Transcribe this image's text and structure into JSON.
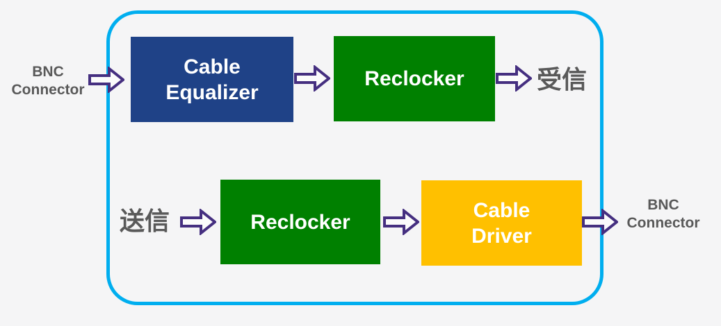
{
  "colors": {
    "background": "#F5F5F6",
    "frame_border": "#00AEEF",
    "equalizer_box": "#1F4287",
    "reclocker_box": "#008000",
    "driver_box": "#FFC000",
    "box_text": "#FFFFFF",
    "label_text": "#595959",
    "arrow_outline": "#452F80",
    "arrow_fill": "#FBFBFB"
  },
  "top_row": {
    "input_label_line1": "BNC",
    "input_label_line2": "Connector",
    "equalizer_line1": "Cable",
    "equalizer_line2": "Equalizer",
    "reclocker_label": "Reclocker",
    "output_label": "受信"
  },
  "bottom_row": {
    "input_label": "送信",
    "reclocker_label": "Reclocker",
    "driver_line1": "Cable",
    "driver_line2": "Driver",
    "output_label_line1": "BNC",
    "output_label_line2": "Connector"
  }
}
